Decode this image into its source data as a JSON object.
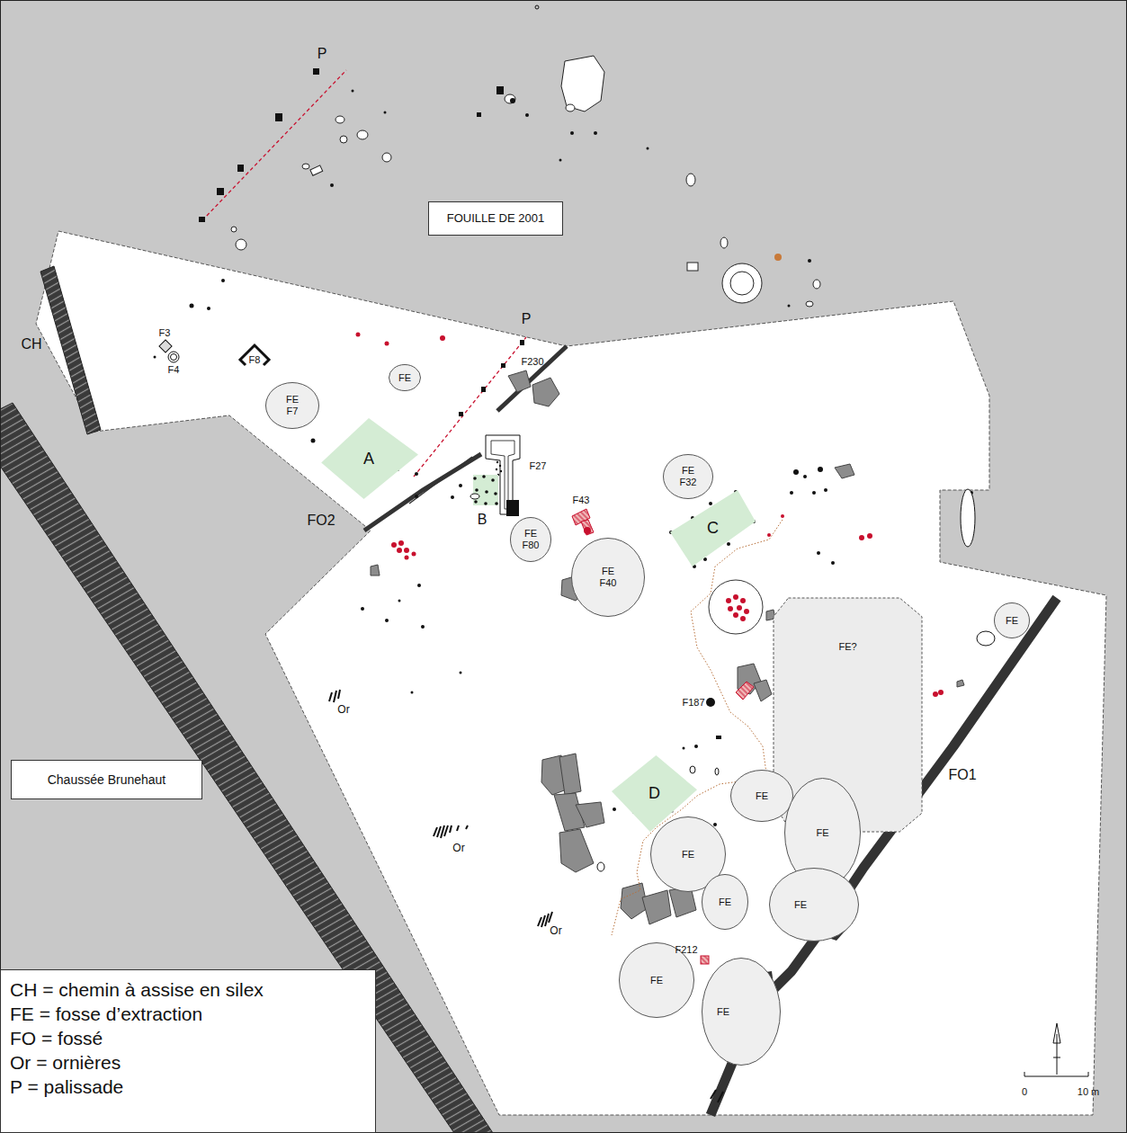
{
  "diagram": {
    "nodes": [
      {
        "text": [
          "FOUILLE DE 2001"
        ]
      },
      {
        "text": [
          "FE"
        ]
      },
      {
        "text": [
          "FE F7"
        ]
      },
      {
        "text": [
          "A"
        ]
      },
      {
        "text": [
          "FE F32"
        ]
      },
      {
        "text": [
          "B"
        ]
      },
      {
        "text": [
          "FE F80"
        ]
      },
      {
        "text": [
          "FE F40"
        ]
      },
      {
        "text": [
          "C"
        ]
      },
      {
        "text": [
          "FE"
        ]
      },
      {
        "text": [
          "FE?"
        ]
      },
      {
        "text": [
          "D"
        ]
      },
      {
        "text": [
          "FE"
        ]
      },
      {
        "text": [
          "FE"
        ]
      },
      {
        "text": [
          "FE"
        ]
      },
      {
        "text": [
          "FE"
        ]
      },
      {
        "text": [
          "FE"
        ]
      },
      {
        "text": [
          "FE"
        ]
      },
      {
        "text": [
          "FE"
        ]
      },
      {
        "text": [
          "Chaussée Brunehaut"
        ]
      }
    ],
    "labels": [
      "P",
      "P",
      "CH",
      "F3",
      "F4",
      "F8",
      "F230",
      "F27",
      "F43",
      "FO2",
      "F187",
      "F212",
      "FO1",
      "Or",
      "Or",
      "Or",
      "0",
      "10 m"
    ],
    "legend": [
      {
        "text": "CH = chemin à assise en silex"
      },
      {
        "text": "FE = fosse d’extraction"
      },
      {
        "text": "FO = fossé"
      },
      {
        "text": "Or = ornières"
      },
      {
        "text": "P = palissade"
      }
    ]
  }
}
